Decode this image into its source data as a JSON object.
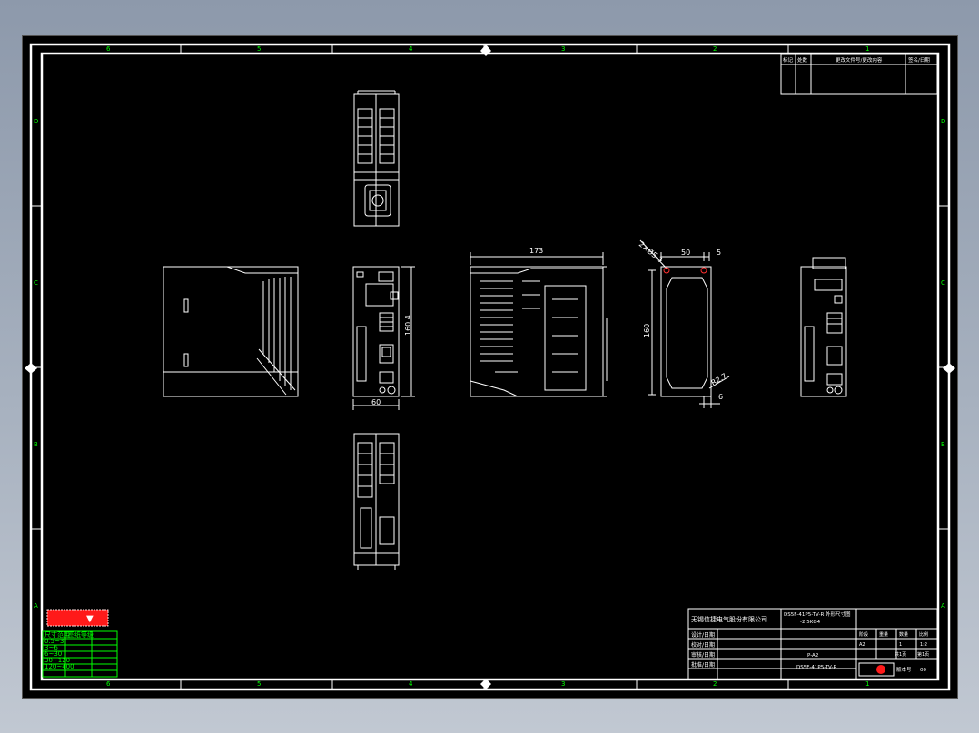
{
  "zones": {
    "top": [
      "6",
      "5",
      "4",
      "3",
      "2",
      "1"
    ],
    "side_left": [
      "D",
      "C",
      "B",
      "A"
    ],
    "side_right": [
      "D",
      "C",
      "B",
      "A"
    ]
  },
  "revision_table": {
    "headers": [
      "标记",
      "处数",
      "更改文件号/更改内容",
      "签名/日期"
    ]
  },
  "dimensions": {
    "depth": "173",
    "height_front": "160.4",
    "width_front": "60",
    "mount_width": "50",
    "mount_offset": "5",
    "mount_height": "160",
    "hole_note": "2×Ø5.3",
    "radius_note": "R2.7",
    "bottom_offset": "6"
  },
  "title_block": {
    "company": "无锡信捷电气股份有限公司",
    "drawing_title_line1": "DS5F-41P5-TV-R 外形尺寸图",
    "drawing_title_line2": "-2.5KG4",
    "rows": [
      "设计/日期",
      "校对/日期",
      "审核/日期",
      "批准/日期"
    ],
    "drawing_no": "P-A2",
    "model": "DS5F-41P5-TV-R",
    "stage_headers": [
      "阶段",
      "重量",
      "数量",
      "比例"
    ],
    "stage_values": [
      "A2",
      "",
      "1",
      "1:2"
    ],
    "sheet_info": [
      "共1页",
      "第1页"
    ],
    "version_label": "版本号",
    "version_value": "00"
  },
  "watermark": {
    "text": "▼",
    "badge_color": "#ff1a1a"
  },
  "legend_table": {
    "rows": [
      "尺寸范围",
      "图纸等级",
      "0.5~3",
      "3~6",
      "6~30",
      "30~120",
      "120~400"
    ]
  },
  "colors": {
    "frame": "#ffffff",
    "zone_labels": "#00ff00",
    "background": "#000000"
  }
}
